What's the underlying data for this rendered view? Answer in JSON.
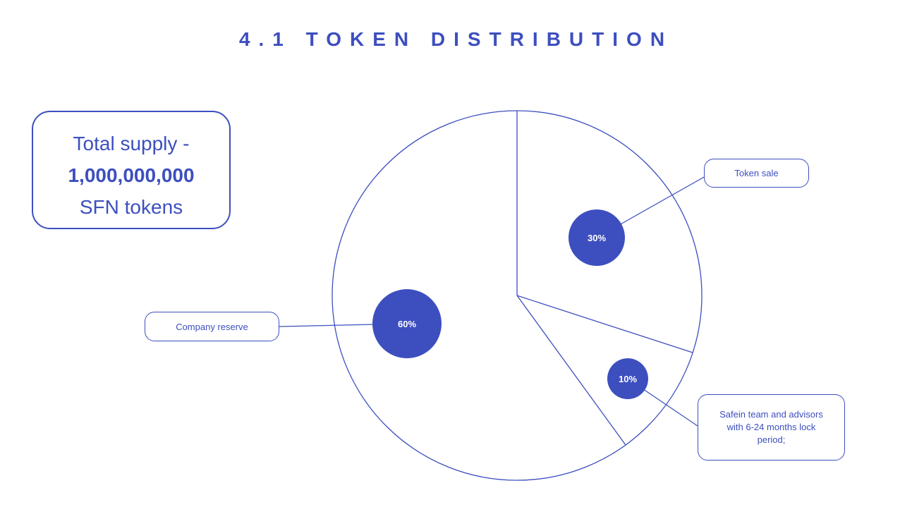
{
  "title": "4.1 TOKEN DISTRIBUTION",
  "supply_box": {
    "line1": "Total supply -",
    "line2": "1,000,000,000",
    "line3": "SFN tokens"
  },
  "colors": {
    "accent": "#3d4fbf",
    "background": "#ffffff"
  },
  "chart_data": {
    "type": "pie",
    "series": [
      {
        "name": "Token sale",
        "value": 30,
        "label": "30%"
      },
      {
        "name": "Safein team and advisors with 6-24 months lock period;",
        "value": 10,
        "label": "10%"
      },
      {
        "name": "Company reserve",
        "value": 60,
        "label": "60%"
      }
    ],
    "start": "top",
    "direction": "clockwise",
    "style": "outline"
  }
}
